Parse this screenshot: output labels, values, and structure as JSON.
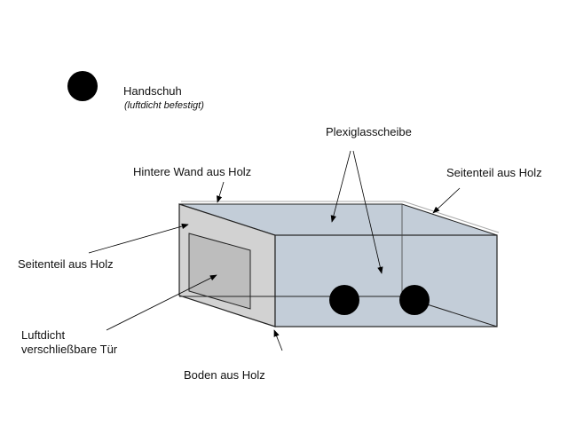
{
  "legend": {
    "title": "Handschuh",
    "subtitle": "(luftdicht befestigt)"
  },
  "labels": {
    "plexiglas": "Plexiglasscheibe",
    "back_wall": "Hintere Wand aus Holz",
    "side_right": "Seitenteil aus Holz",
    "side_left": "Seitenteil aus Holz",
    "door_line1": "Luftdicht",
    "door_line2": "verschließbare Tür",
    "floor": "Boden aus Holz"
  },
  "colors": {
    "glass": "#c3cdd8",
    "wood": "#d2d2d2",
    "door": "#bdbdbd",
    "glove": "#000000"
  }
}
